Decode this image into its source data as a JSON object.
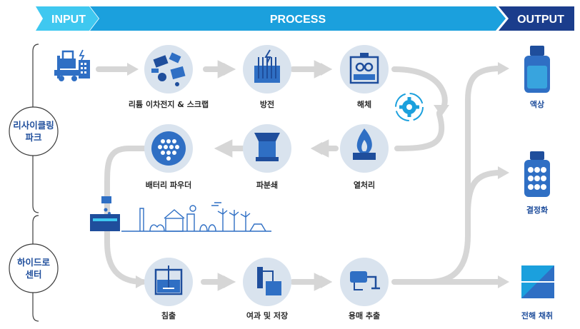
{
  "banner": {
    "input": "INPUT",
    "process": "PROCESS",
    "output": "OUTPUT"
  },
  "parks": {
    "recycling": [
      "리사이클링",
      "파크"
    ],
    "hydro": [
      "하이드로",
      "센터"
    ]
  },
  "steps": {
    "scrap": "리튬 이차전지 & 스크랩",
    "discharge": "방전",
    "dismantle": "해체",
    "heat": "열처리",
    "crush": "파분쇄",
    "powder": "배터리 파우더",
    "leach": "침출",
    "filter": "여과 및 저장",
    "solvent": "용매 추출"
  },
  "outputs": {
    "liquid": "액상",
    "crystal": "결정화",
    "electro": "전해 채취"
  },
  "colors": {
    "banner_light": "#3fc8f0",
    "banner_mid": "#1ba0dd",
    "banner_dark": "#1b3d8c",
    "icon_circle": "#d9e3ee",
    "icon_blue": "#2f6fc4",
    "flow_gray": "#d6d6d6",
    "bracket": "#3d3d3d"
  },
  "icons": [
    "forklift-icon",
    "battery-scrap-icon",
    "discharge-tank-icon",
    "dismantle-machine-icon",
    "gear-cycle-icon",
    "flame-furnace-icon",
    "crusher-hopper-icon",
    "powder-drum-icon",
    "hydro-plant-icon",
    "eco-town-skyline-icon",
    "leach-tank-icon",
    "filter-storage-icon",
    "solvent-extraction-icon",
    "liquid-bottle-icon",
    "crystal-container-icon",
    "electro-plate-icon"
  ]
}
